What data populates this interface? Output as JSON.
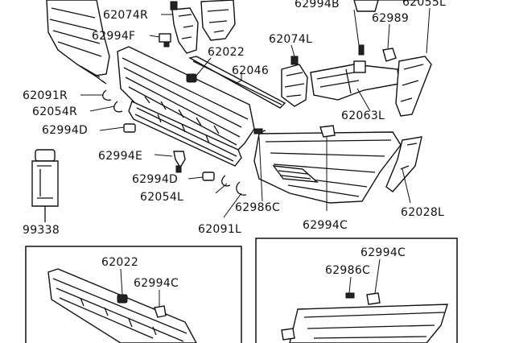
{
  "labels": {
    "p62074R": "62074R",
    "p62994F": "62994F",
    "p62022_top": "62022",
    "p62046": "62046",
    "p62074L": "62074L",
    "p62994B": "62994B",
    "p62989": "62989",
    "p62055L": "62055L",
    "p62063L": "62063L",
    "p62091R": "62091R",
    "p62054R": "62054R",
    "p62994D_top": "62994D",
    "p62994E": "62994E",
    "p62994D_bottom": "62994D",
    "p62054L": "62054L",
    "p62986C": "62986C",
    "p62091L": "62091L",
    "p62994C": "62994C",
    "p62028L": "62028L",
    "p99338": "99338",
    "inset_left_62022": "62022",
    "inset_left_62994C": "62994C",
    "inset_right_62994C": "62994C",
    "inset_right_62986C": "62986C"
  }
}
